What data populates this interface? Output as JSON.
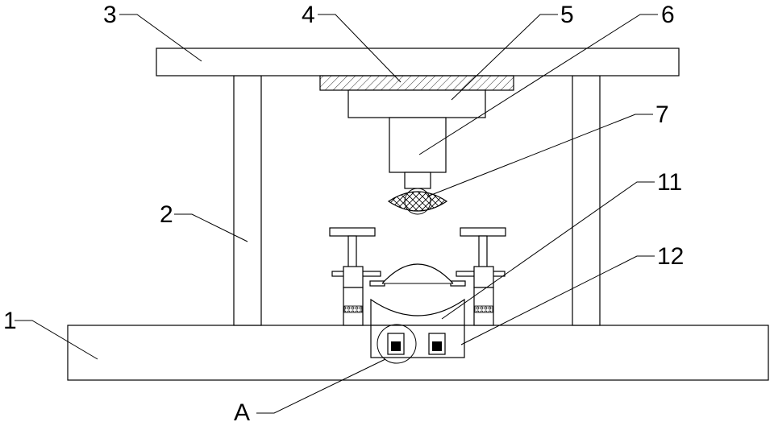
{
  "labels": {
    "base": "1",
    "column": "2",
    "top_plate": "3",
    "friction_pad": "4",
    "mount_block": "5",
    "ram": "6",
    "press_head": "7",
    "saddle_block": "11",
    "slide_seat": "12",
    "detail_a": "A"
  }
}
